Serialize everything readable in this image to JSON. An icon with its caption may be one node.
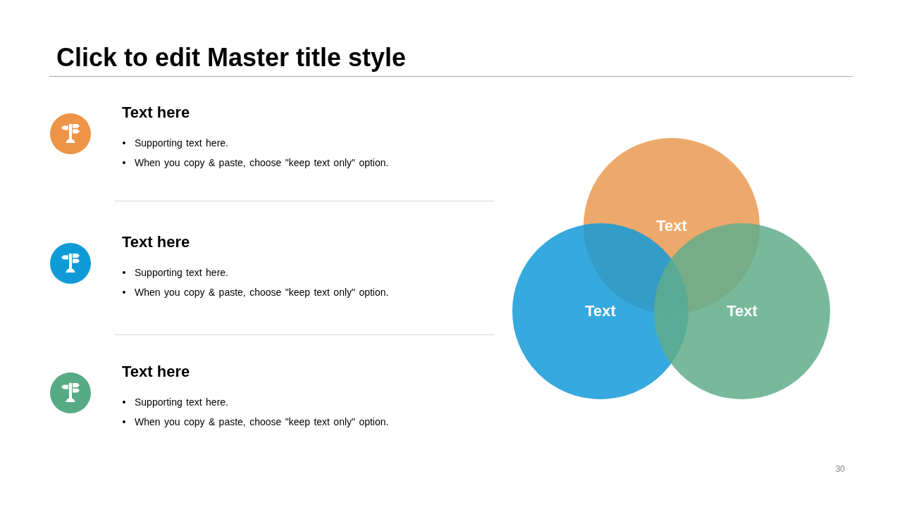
{
  "diagram": {
    "title": "Click to edit Master title style",
    "nodes": [
      {
        "text": [
          "Text"
        ]
      },
      {
        "text": [
          "Text"
        ]
      },
      {
        "text": [
          "Text"
        ]
      }
    ],
    "labels": [
      "Text here",
      "Supporting text here.",
      "When you copy & paste, choose \"keep text only\" option.",
      "Text here",
      "Supporting text here.",
      "When you copy & paste, choose \"keep text only\" option.",
      "Text here",
      "Supporting text here.",
      "When you copy & paste, choose \"keep text only\" option.",
      "30"
    ]
  }
}
